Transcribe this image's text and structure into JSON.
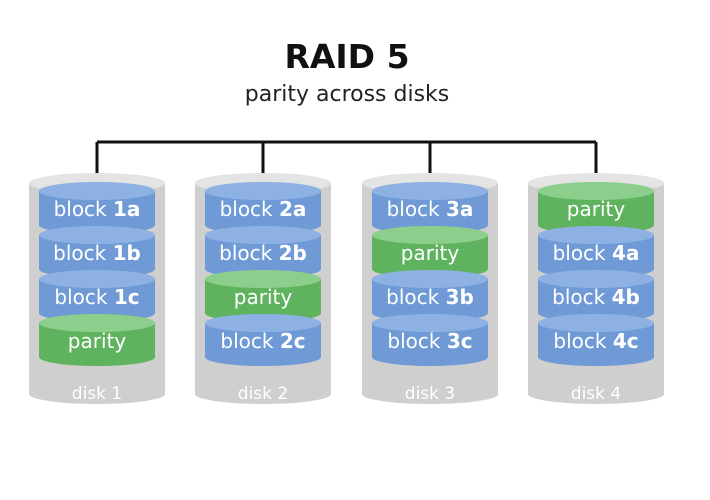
{
  "title": "RAID 5",
  "subtitle": "parity across disks",
  "colors": {
    "data_block": "#6f9ad6",
    "data_block_top": "#8db1e2",
    "parity_block": "#5fb35f",
    "parity_block_top": "#8ccf8c",
    "disk": "#cfcfcf",
    "connector": "#111111"
  },
  "disks": [
    {
      "label": "disk 1",
      "blocks": [
        {
          "type": "data",
          "prefix": "block ",
          "id": "1a"
        },
        {
          "type": "data",
          "prefix": "block ",
          "id": "1b"
        },
        {
          "type": "data",
          "prefix": "block ",
          "id": "1c"
        },
        {
          "type": "parity",
          "prefix": "parity",
          "id": ""
        }
      ]
    },
    {
      "label": "disk 2",
      "blocks": [
        {
          "type": "data",
          "prefix": "block ",
          "id": "2a"
        },
        {
          "type": "data",
          "prefix": "block ",
          "id": "2b"
        },
        {
          "type": "parity",
          "prefix": "parity",
          "id": ""
        },
        {
          "type": "data",
          "prefix": "block ",
          "id": "2c"
        }
      ]
    },
    {
      "label": "disk 3",
      "blocks": [
        {
          "type": "data",
          "prefix": "block ",
          "id": "3a"
        },
        {
          "type": "parity",
          "prefix": "parity",
          "id": ""
        },
        {
          "type": "data",
          "prefix": "block ",
          "id": "3b"
        },
        {
          "type": "data",
          "prefix": "block ",
          "id": "3c"
        }
      ]
    },
    {
      "label": "disk 4",
      "blocks": [
        {
          "type": "parity",
          "prefix": "parity",
          "id": ""
        },
        {
          "type": "data",
          "prefix": "block ",
          "id": "4a"
        },
        {
          "type": "data",
          "prefix": "block ",
          "id": "4b"
        },
        {
          "type": "data",
          "prefix": "block ",
          "id": "4c"
        }
      ]
    }
  ]
}
